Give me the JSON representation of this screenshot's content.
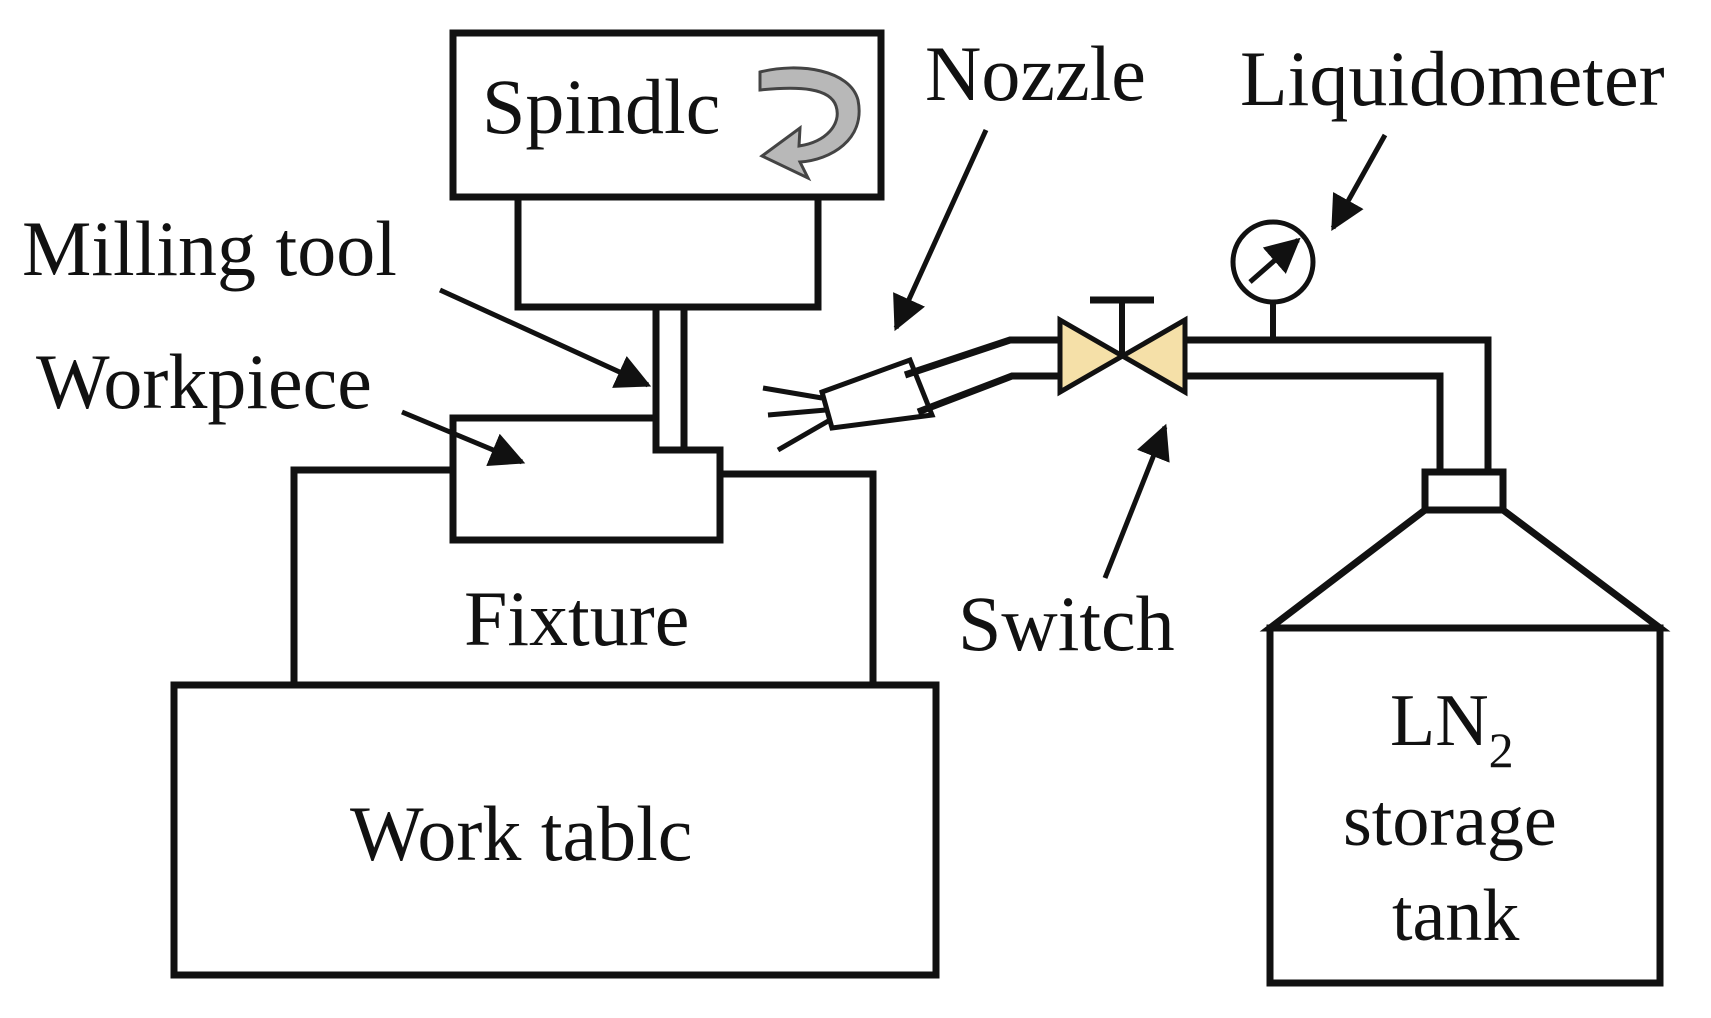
{
  "labels": {
    "spindle": "Spindlc",
    "milling_tool": "Milling tool",
    "workpiece": "Workpiece",
    "fixture": "Fixture",
    "work_table": "Work tablc",
    "nozzle": "Nozzle",
    "liquidometer": "Liquidometer",
    "switch": "Switch",
    "tank_line1": "LN",
    "tank_subscript": "2",
    "tank_line2": "storage",
    "tank_line3": "tank"
  },
  "colors": {
    "line": "#111111",
    "valve_fill": "#f5e0a8",
    "rotation_arrow_fill": "#b8b8b8",
    "background": "#ffffff"
  },
  "icons": {
    "rotation": "rotation-arrow-icon",
    "gauge": "gauge-icon",
    "valve": "valve-icon"
  }
}
